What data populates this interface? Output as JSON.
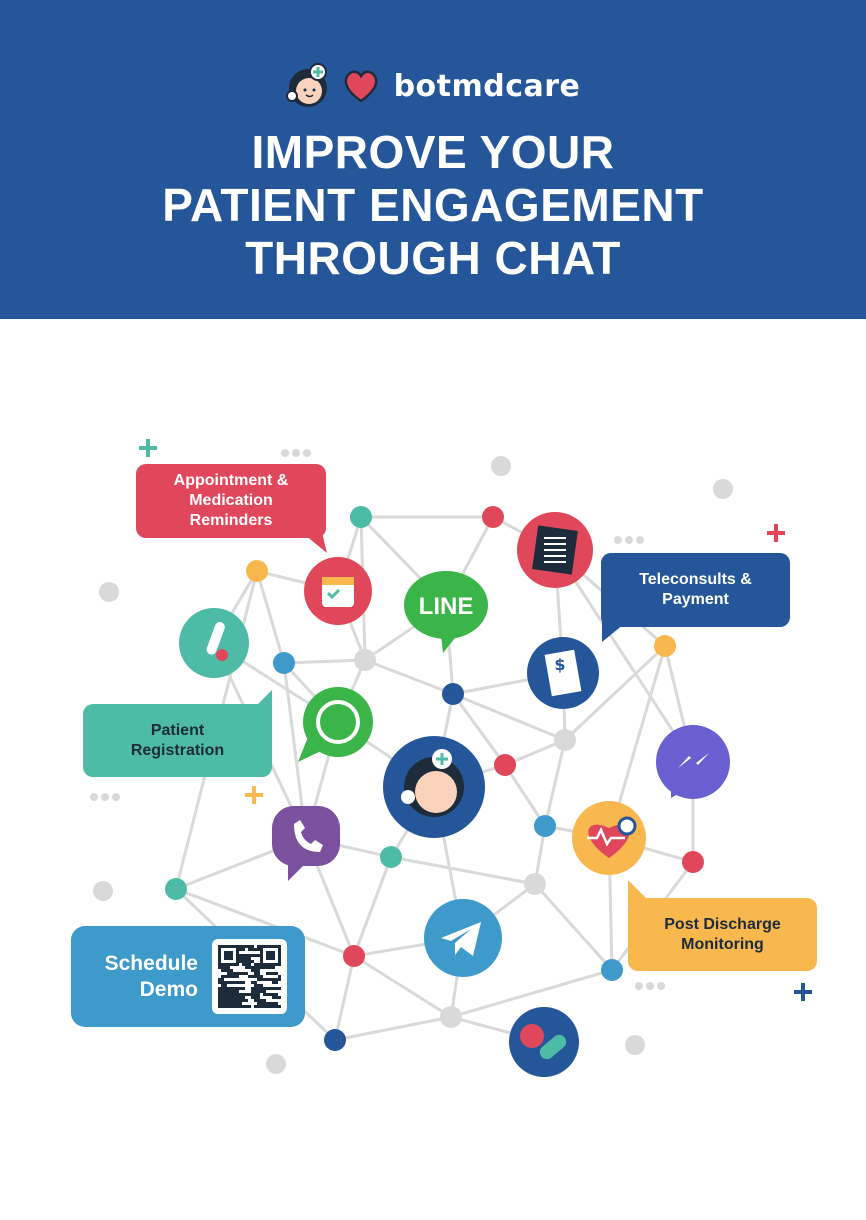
{
  "header": {
    "brand": "botmdcare",
    "title_lines": [
      "IMPROVE YOUR",
      "PATIENT ENGAGEMENT",
      "THROUGH CHAT"
    ],
    "background": "#26569a"
  },
  "callouts": {
    "appointment": [
      "Appointment &",
      "Medication",
      "Reminders"
    ],
    "teleconsults": [
      "Teleconsults &",
      "Payment"
    ],
    "registration": [
      "Patient",
      "Registration"
    ],
    "post_discharge": [
      "Post Discharge",
      "Monitoring"
    ],
    "demo": [
      "Schedule",
      "Demo"
    ]
  },
  "icons": {
    "line_label": "LINE"
  },
  "colors": {
    "red": "#e0475b",
    "teal": "#4dbba5",
    "navy": "#26569a",
    "yellow": "#f8b84e",
    "blue": "#3d9acb",
    "green": "#3bb54a",
    "gray": "#d9d9d9"
  }
}
